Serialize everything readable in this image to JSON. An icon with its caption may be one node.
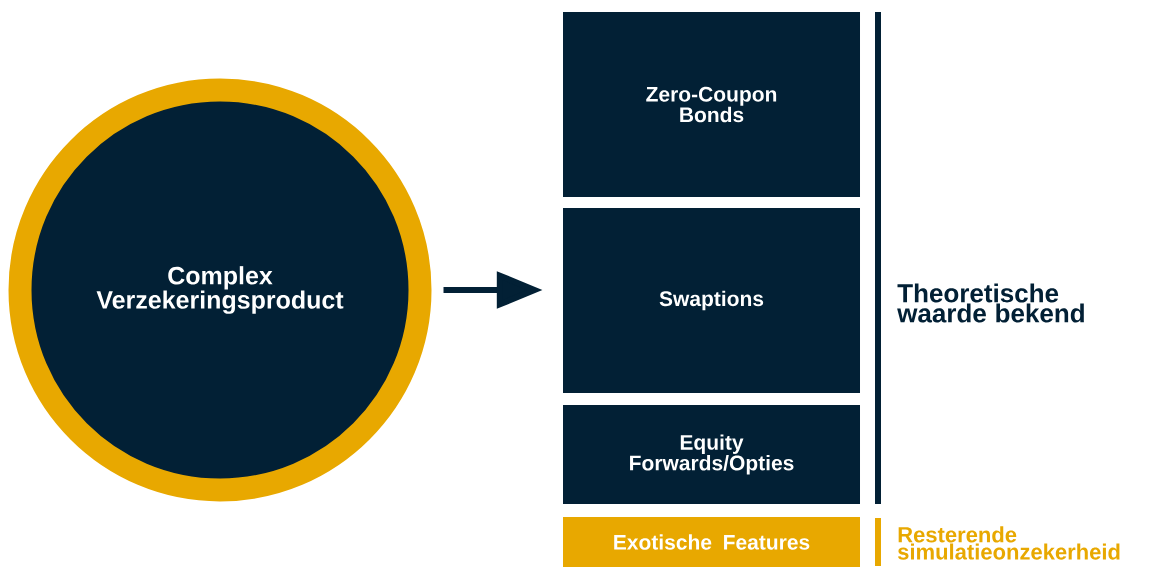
{
  "diagram": {
    "nodes": [
      {
        "text": [
          "Complex Verzekeringsproduct"
        ]
      },
      {
        "text": [
          "Zero-Coupon Bonds"
        ]
      },
      {
        "text": [
          "Swaptions"
        ]
      },
      {
        "text": [
          "Equity Forwards/Opties"
        ]
      },
      {
        "text": [
          "Exotische Features"
        ]
      }
    ],
    "edges": [
      {
        "from": 0,
        "to": 2,
        "arrow": "to"
      }
    ],
    "labels": [
      "Theoretische waarde bekend",
      "Resterende simulatieonzekerheid"
    ]
  }
}
